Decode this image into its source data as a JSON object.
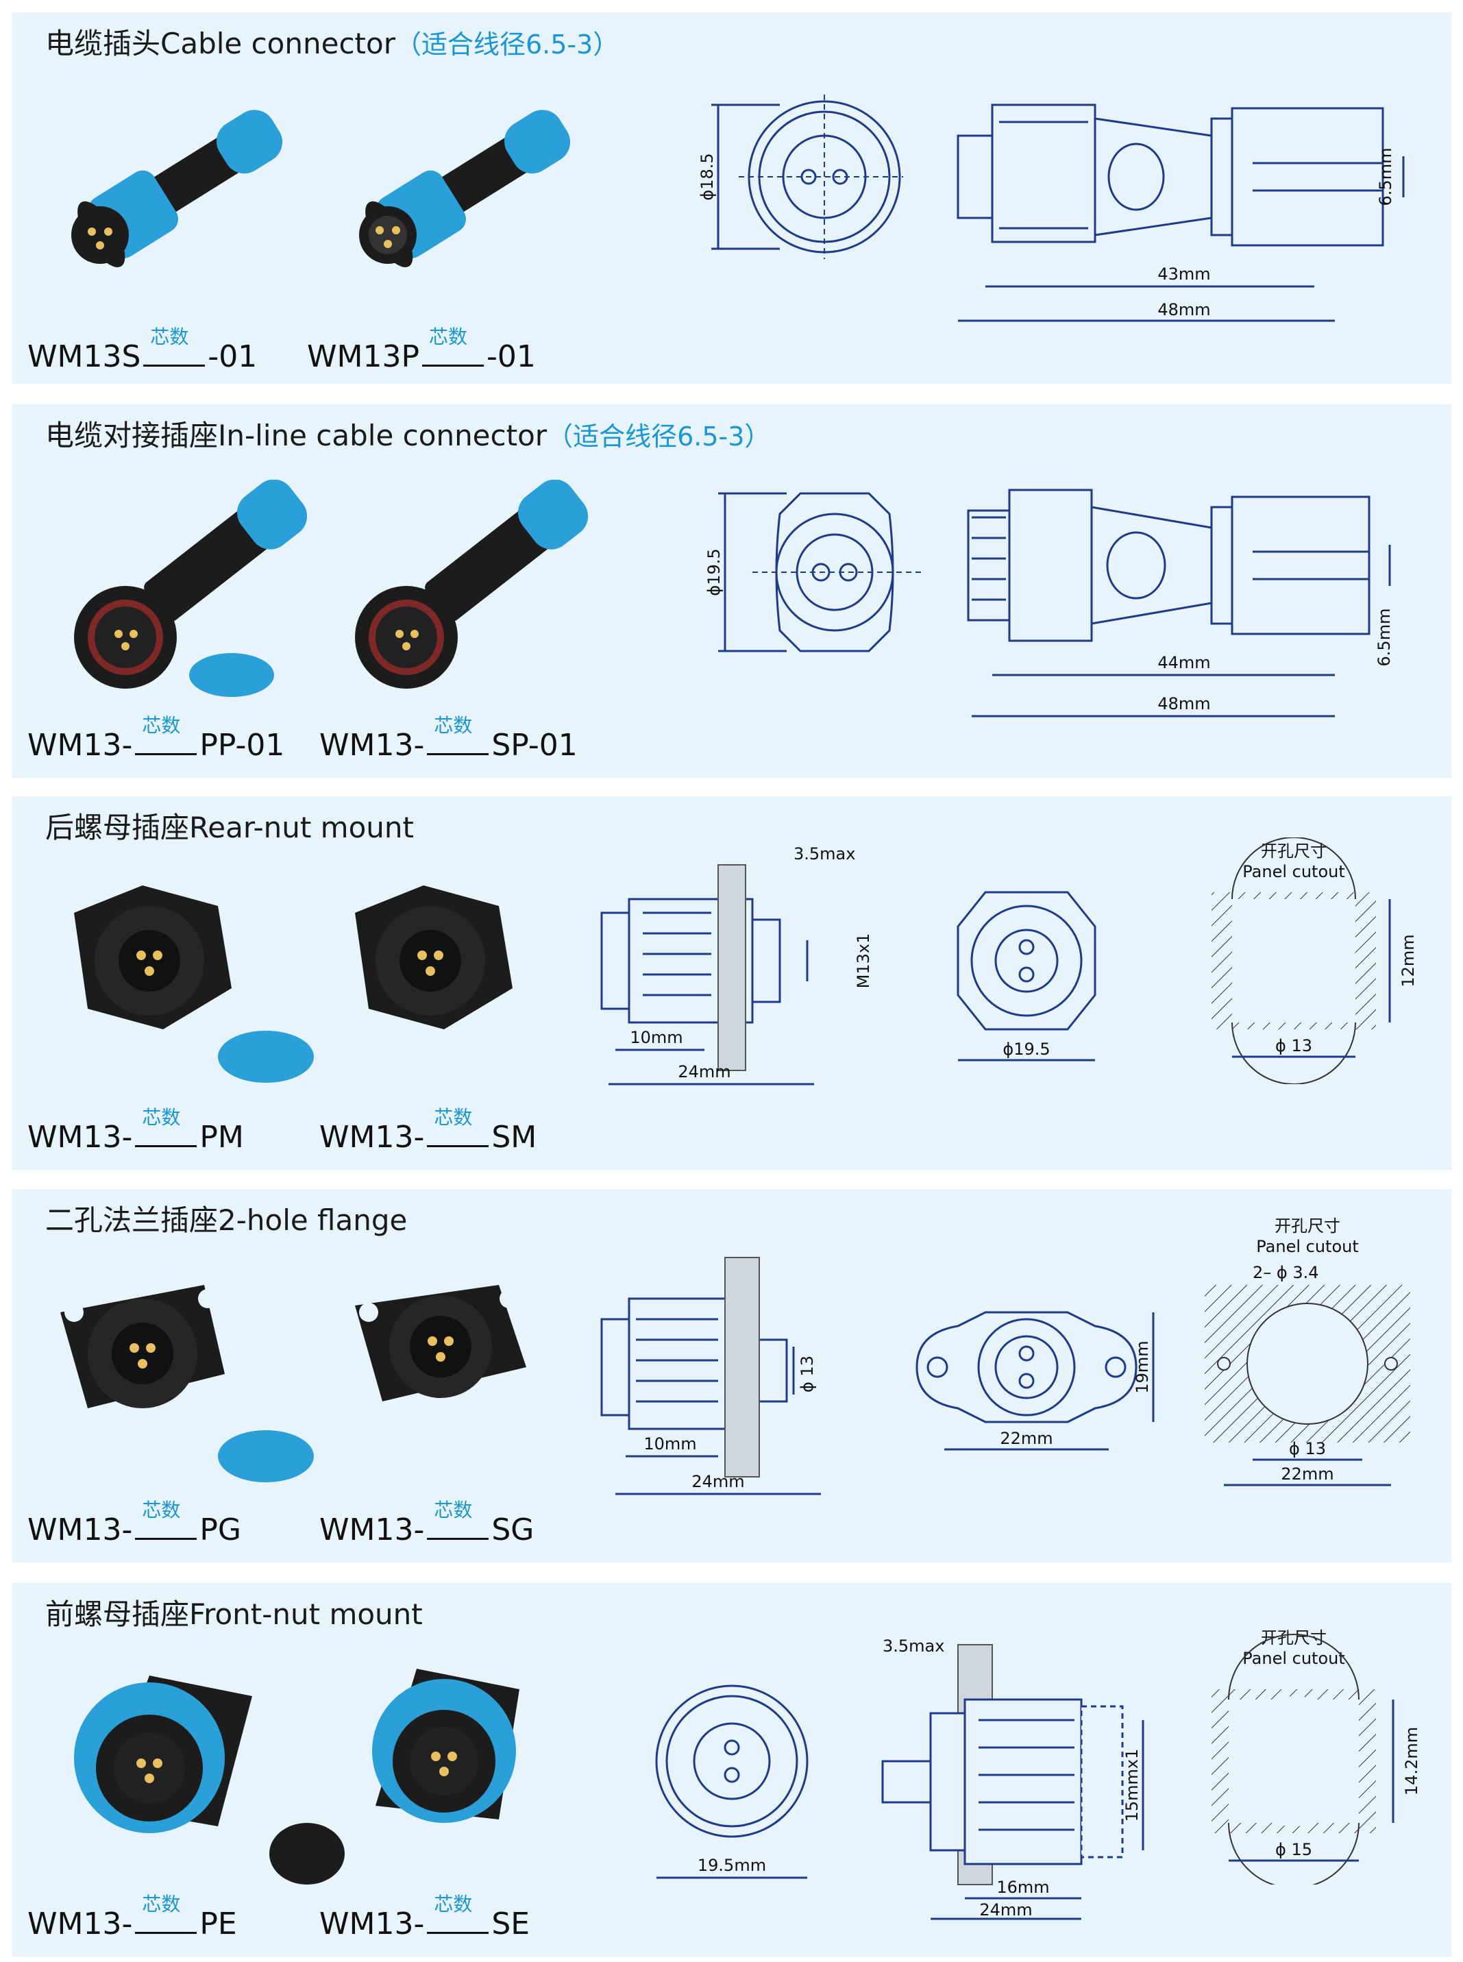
{
  "sections": [
    {
      "title": "电缆插头Cable connector",
      "note": "（适合线径6.5-3）",
      "labels": [
        {
          "prefix": "WM13S",
          "core": "芯数",
          "suffix": "-01"
        },
        {
          "prefix": "WM13P",
          "core": "芯数",
          "suffix": "-01"
        }
      ],
      "dims": {
        "d1": "ϕ18.5",
        "d2": "43mm",
        "d3": "48mm",
        "d4": "6.5mm"
      }
    },
    {
      "title": "电缆对接插座In-line cable connector",
      "note": "（适合线径6.5-3）",
      "labels": [
        {
          "prefix": "WM13-",
          "core": "芯数",
          "suffix": "PP-01"
        },
        {
          "prefix": "WM13-",
          "core": "芯数",
          "suffix": "SP-01"
        }
      ],
      "dims": {
        "d1": "ϕ19.5",
        "d2": "44mm",
        "d3": "48mm",
        "d4": "6.5mm"
      }
    },
    {
      "title": "后螺母插座Rear-nut mount",
      "note": "",
      "labels": [
        {
          "prefix": "WM13-",
          "core": "芯数",
          "suffix": "PM"
        },
        {
          "prefix": "WM13-",
          "core": "芯数",
          "suffix": "SM"
        }
      ],
      "dims": {
        "d1": "3.5max",
        "d2": "M13x1",
        "d3": "10mm",
        "d4": "24mm",
        "d5": "ϕ19.5",
        "d6": "12mm",
        "d7": "ϕ 13"
      },
      "cutout": {
        "cn": "开孔尺寸",
        "en": "Panel cutout"
      }
    },
    {
      "title": "二孔法兰插座2-hole flange",
      "note": "",
      "labels": [
        {
          "prefix": "WM13-",
          "core": "芯数",
          "suffix": "PG"
        },
        {
          "prefix": "WM13-",
          "core": "芯数",
          "suffix": "SG"
        }
      ],
      "dims": {
        "d1": "ϕ 13",
        "d2": "10mm",
        "d3": "24mm",
        "d4": "19mm",
        "d5": "22mm",
        "d6": "2– ϕ 3.4",
        "d7": "ϕ 13",
        "d8": "22mm"
      },
      "cutout": {
        "cn": "开孔尺寸",
        "en": "Panel cutout"
      }
    },
    {
      "title": "前螺母插座Front-nut mount",
      "note": "",
      "labels": [
        {
          "prefix": "WM13-",
          "core": "芯数",
          "suffix": "PE"
        },
        {
          "prefix": "WM13-",
          "core": "芯数",
          "suffix": "SE"
        }
      ],
      "dims": {
        "d1": "19.5mm",
        "d2": "3.5max",
        "d3": "15mmx1",
        "d4": "16mm",
        "d5": "24mm",
        "d6": "14.2mm",
        "d7": "ϕ 15"
      },
      "cutout": {
        "cn": "开孔尺寸",
        "en": "Panel cutout"
      }
    }
  ],
  "colors": {
    "panel": "#e8f4fb",
    "accent": "#1a96d6",
    "drawing": "#1f3a8a",
    "connector_blue": "#2a9fd8",
    "connector_black": "#1c1c1c"
  }
}
